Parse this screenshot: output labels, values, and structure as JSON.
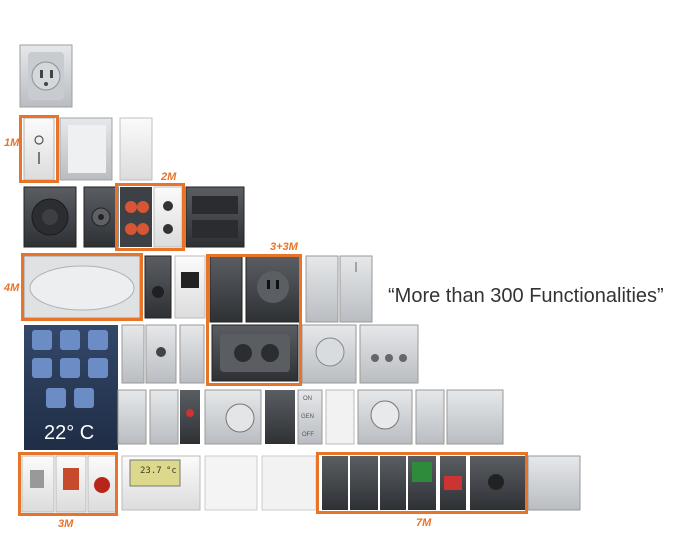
{
  "headline": "“More than 300 Functionalities”",
  "size_tags": {
    "one_m": "1M",
    "two_m": "2M",
    "three_plus_three_m": "3+3M",
    "four_m": "4M",
    "three_m": "3M",
    "seven_m": "7M"
  },
  "touch_panel": {
    "temperature": "22° C"
  },
  "lcd_display": {
    "reading": "23.7",
    "unit": "°c"
  },
  "switch_labels": [
    "ON",
    "GEN",
    "OFF"
  ],
  "colors": {
    "highlight": "#e8742a",
    "dark_module": "#45484c",
    "touch_panel": "#2c3e5c"
  }
}
